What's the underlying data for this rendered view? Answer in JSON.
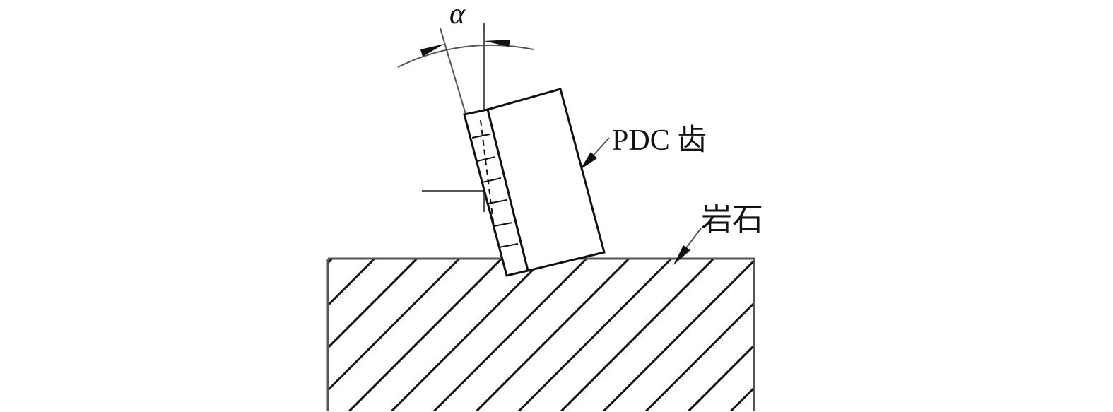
{
  "diagram": {
    "angle_label": "α",
    "cutter_label": "PDC 齿",
    "rock_label": "岩石",
    "colors": {
      "line": "#111111",
      "grey_line": "#555555",
      "background": "#ffffff"
    }
  }
}
